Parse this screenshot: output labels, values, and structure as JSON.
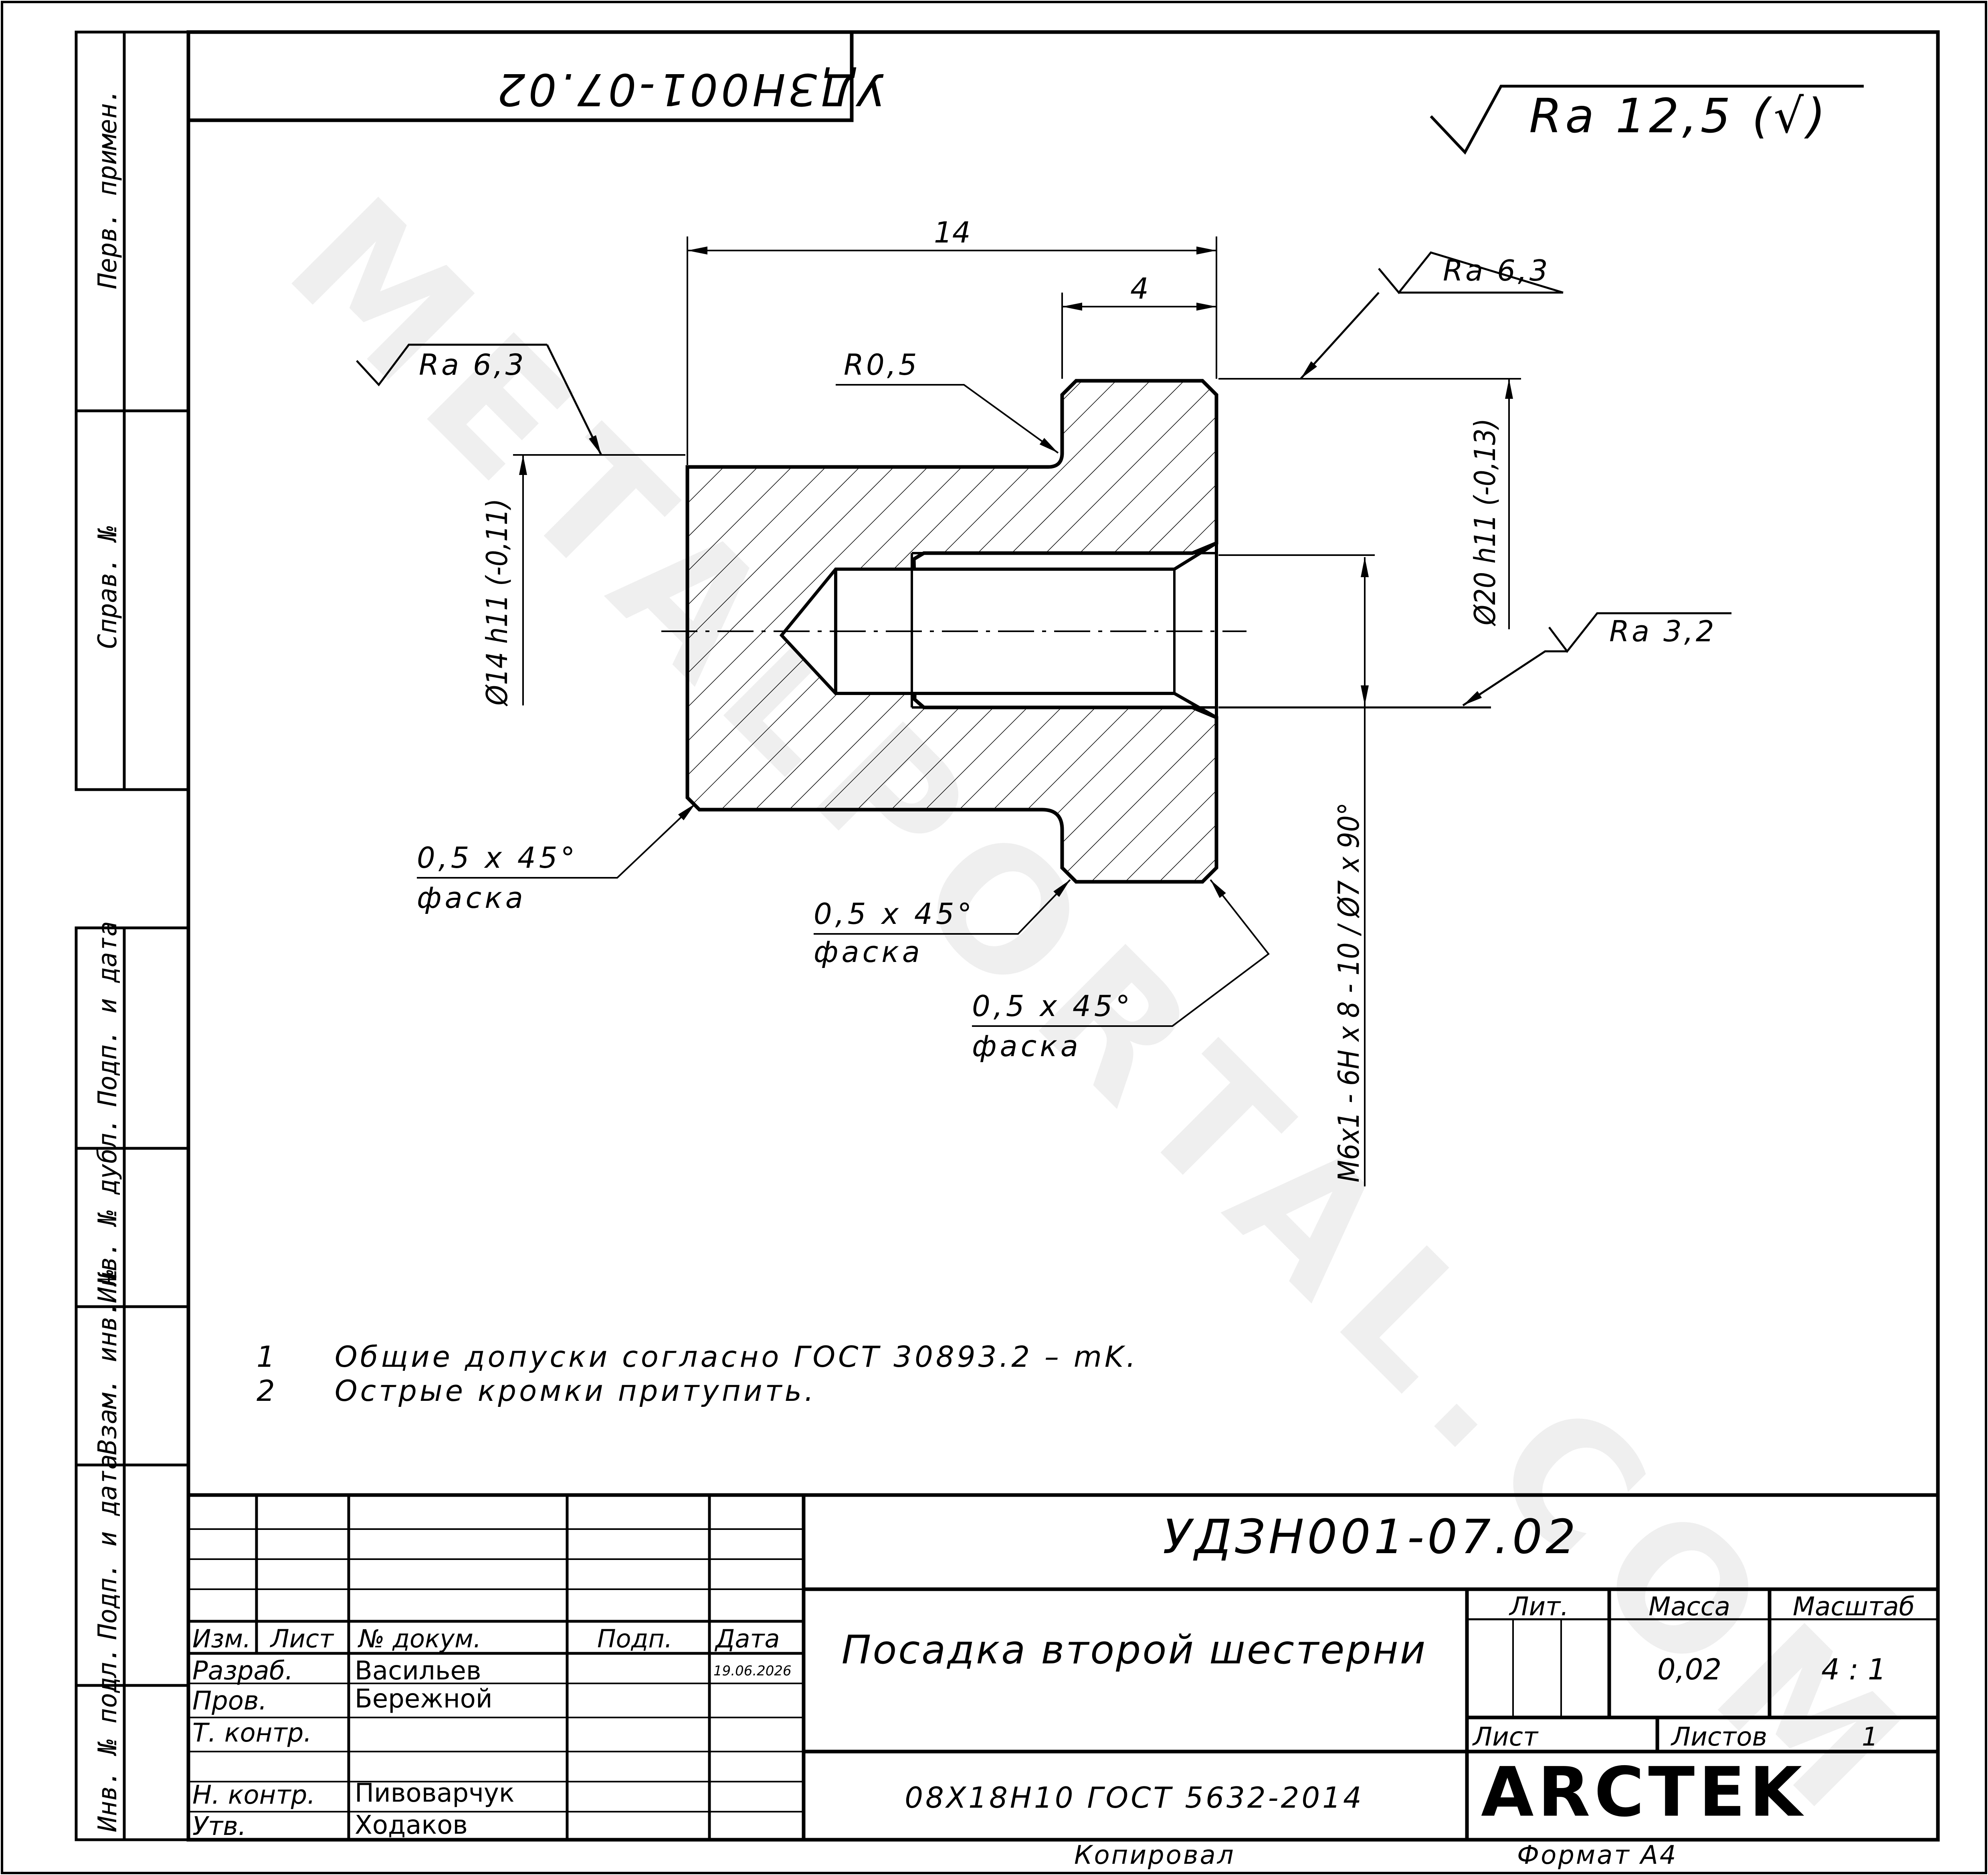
{
  "document": {
    "designation": "УДЗН001-07.02",
    "designation_mirrored": "УДЗН001-07.02",
    "title": "Посадка второй шестерни",
    "material": "08X18H10 ГОСТ 5632-2014",
    "roughness_general": "Ra 12,5 (√)",
    "mass": "0,02",
    "scale": "4 : 1",
    "sheets_total": "1",
    "sheet_no": "",
    "copied_label": "Копировал",
    "format_label": "Формат А4",
    "company_logo": "ARCTEK"
  },
  "side_strip": {
    "perv_primen": "Перв. примен.",
    "sprav_no": "Справ. №",
    "podp_data_1": "Подп. и дата",
    "inv_dubl": "Инв. № дубл.",
    "vzam_inv": "Взам. инв. №",
    "podp_data_2": "Подп. и дата",
    "inv_podl": "Инв. № подл."
  },
  "dimensions": {
    "length_total": "14",
    "length_flange": "4",
    "radius": "R0,5",
    "dia_small": "Ø14 h11 (-0,11)",
    "dia_large": "Ø20 h11 (-0,13)",
    "thread": "M6x1 - 6H x 8 - 10 / Ø7 x 90°",
    "rough_left": "Ra 6,3",
    "rough_top_right": "Ra 6,3",
    "rough_bore": "Ra 3,2",
    "chamfer_1": "0,5 x 45°",
    "chamfer_2": "0,5 x 45°",
    "chamfer_3": "0,5 x 45°",
    "chamfer_word": "фаска"
  },
  "notes": [
    {
      "num": "1",
      "text": "Общие допуски согласно ГОСТ 30893.2 – mK."
    },
    {
      "num": "2",
      "text": "Острые кромки притупить."
    }
  ],
  "title_block": {
    "header": {
      "izm": "Изм.",
      "list": "Лист",
      "dokum": "№ докум.",
      "podp": "Подп.",
      "data": "Дата"
    },
    "rows": [
      {
        "role": "Разраб.",
        "name": "Васильев",
        "date": "19.06.2026"
      },
      {
        "role": "Пров.",
        "name": "Бережной",
        "date": ""
      },
      {
        "role": "Т. контр.",
        "name": "",
        "date": ""
      },
      {
        "role": "",
        "name": "",
        "date": ""
      },
      {
        "role": "Н. контр.",
        "name": "Пивоварчук",
        "date": ""
      },
      {
        "role": "Утв.",
        "name": "Ходаков",
        "date": ""
      }
    ],
    "lit_label": "Лит.",
    "mass_label": "Масса",
    "scale_label": "Масштаб",
    "list_label": "Лист",
    "listov_label": "Листов"
  },
  "colors": {
    "ink": "#000000",
    "watermark": "#e6e6e6",
    "paper": "#ffffff"
  }
}
